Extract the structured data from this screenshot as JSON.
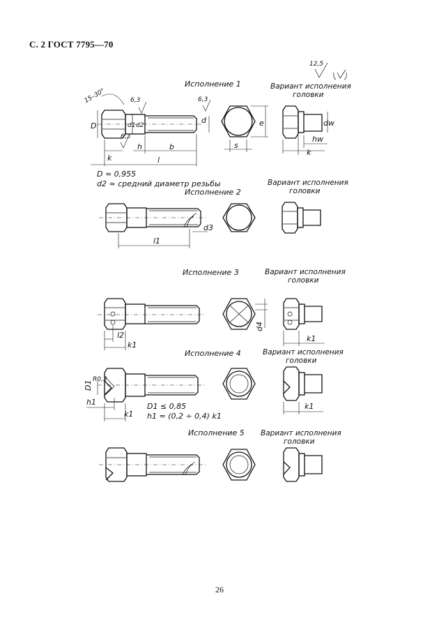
{
  "header": "С. 2 ГОСТ 7795—70",
  "page_number": "26",
  "versions": {
    "v1": "Исполнение 1",
    "v2": "Исполнение 2",
    "v3": "Исполнение 3",
    "v4": "Исполнение 4",
    "v5": "Исполнение 5"
  },
  "head_variant": {
    "line1": "Вариант исполнения",
    "line2": "головки"
  },
  "roughness": "12,5",
  "roughness_small": "6,3",
  "chamfer_angle": "15–30°",
  "dims": {
    "D": "D",
    "d1": "d1",
    "d2": "d2",
    "d": "d",
    "e": "e",
    "dw": "dw",
    "k": "k",
    "h": "h",
    "b": "b",
    "l": "l",
    "s": "s",
    "hw": "hw",
    "l1": "l1",
    "d3": "d3",
    "d4": "d4",
    "l2": "l2",
    "k1": "k1",
    "R": "R0,3",
    "D1": "D1",
    "h1": "h1"
  },
  "notes": {
    "n1": "D ≈ 0,955",
    "n2": "d2 ≈ средний диаметр резьбы",
    "n3": "D1 ≤ 0,85",
    "n4": "h1 = (0,2 ÷ 0,4) k1"
  }
}
